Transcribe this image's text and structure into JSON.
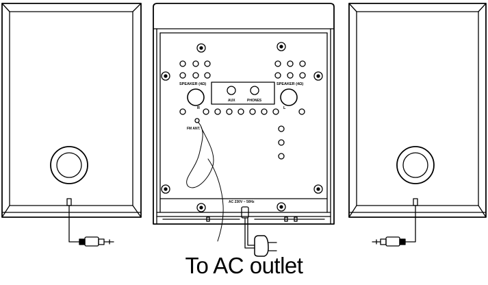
{
  "labels": {
    "speaker_left": "SPEAKER (4Ω)",
    "speaker_right": "SPEAKER (4Ω)",
    "channel_r": "R",
    "channel_l": "L",
    "aux": "AUX",
    "phones": "PHONES",
    "fm_ant": "FM  ANT.",
    "ac_input": "AC 230V ~ 50Hz"
  },
  "caption": "To AC outlet",
  "colors": {
    "line": "#000000",
    "background": "#ffffff"
  }
}
